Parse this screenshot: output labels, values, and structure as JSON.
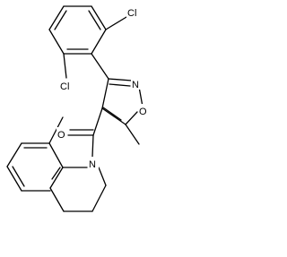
{
  "structure": {
    "atom_labels": {
      "cl_top": "Cl",
      "cl_left": "Cl",
      "n_isoxazole": "N",
      "o_isoxazole": "O",
      "o_carbonyl": "O",
      "n_quinoline": "N"
    },
    "colors": {
      "bond": "#000000",
      "label": "#000000",
      "background": "#ffffff"
    }
  }
}
